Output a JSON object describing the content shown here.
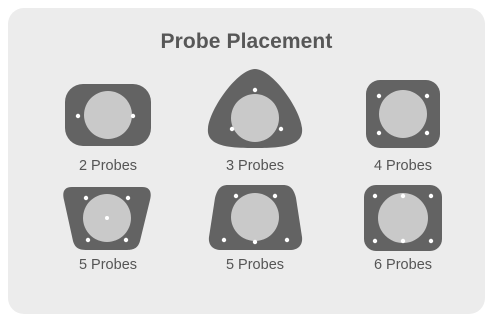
{
  "title": "Probe Placement",
  "colors": {
    "panel": "#ececec",
    "shape": "#636363",
    "disc": "#c9c9c9",
    "probe": "#ffffff",
    "text": "#555555"
  },
  "items": [
    {
      "label": "2 Probes",
      "shape": "rounded-rectangle",
      "probe_count": 2
    },
    {
      "label": "3 Probes",
      "shape": "rounded-triangle",
      "probe_count": 3
    },
    {
      "label": "4 Probes",
      "shape": "rounded-square",
      "probe_count": 4
    },
    {
      "label": "5 Probes",
      "shape": "trapezoid",
      "probe_count": 5
    },
    {
      "label": "5 Probes",
      "shape": "wide-trapezoid",
      "probe_count": 5
    },
    {
      "label": "6 Probes",
      "shape": "rounded-square",
      "probe_count": 6
    }
  ]
}
